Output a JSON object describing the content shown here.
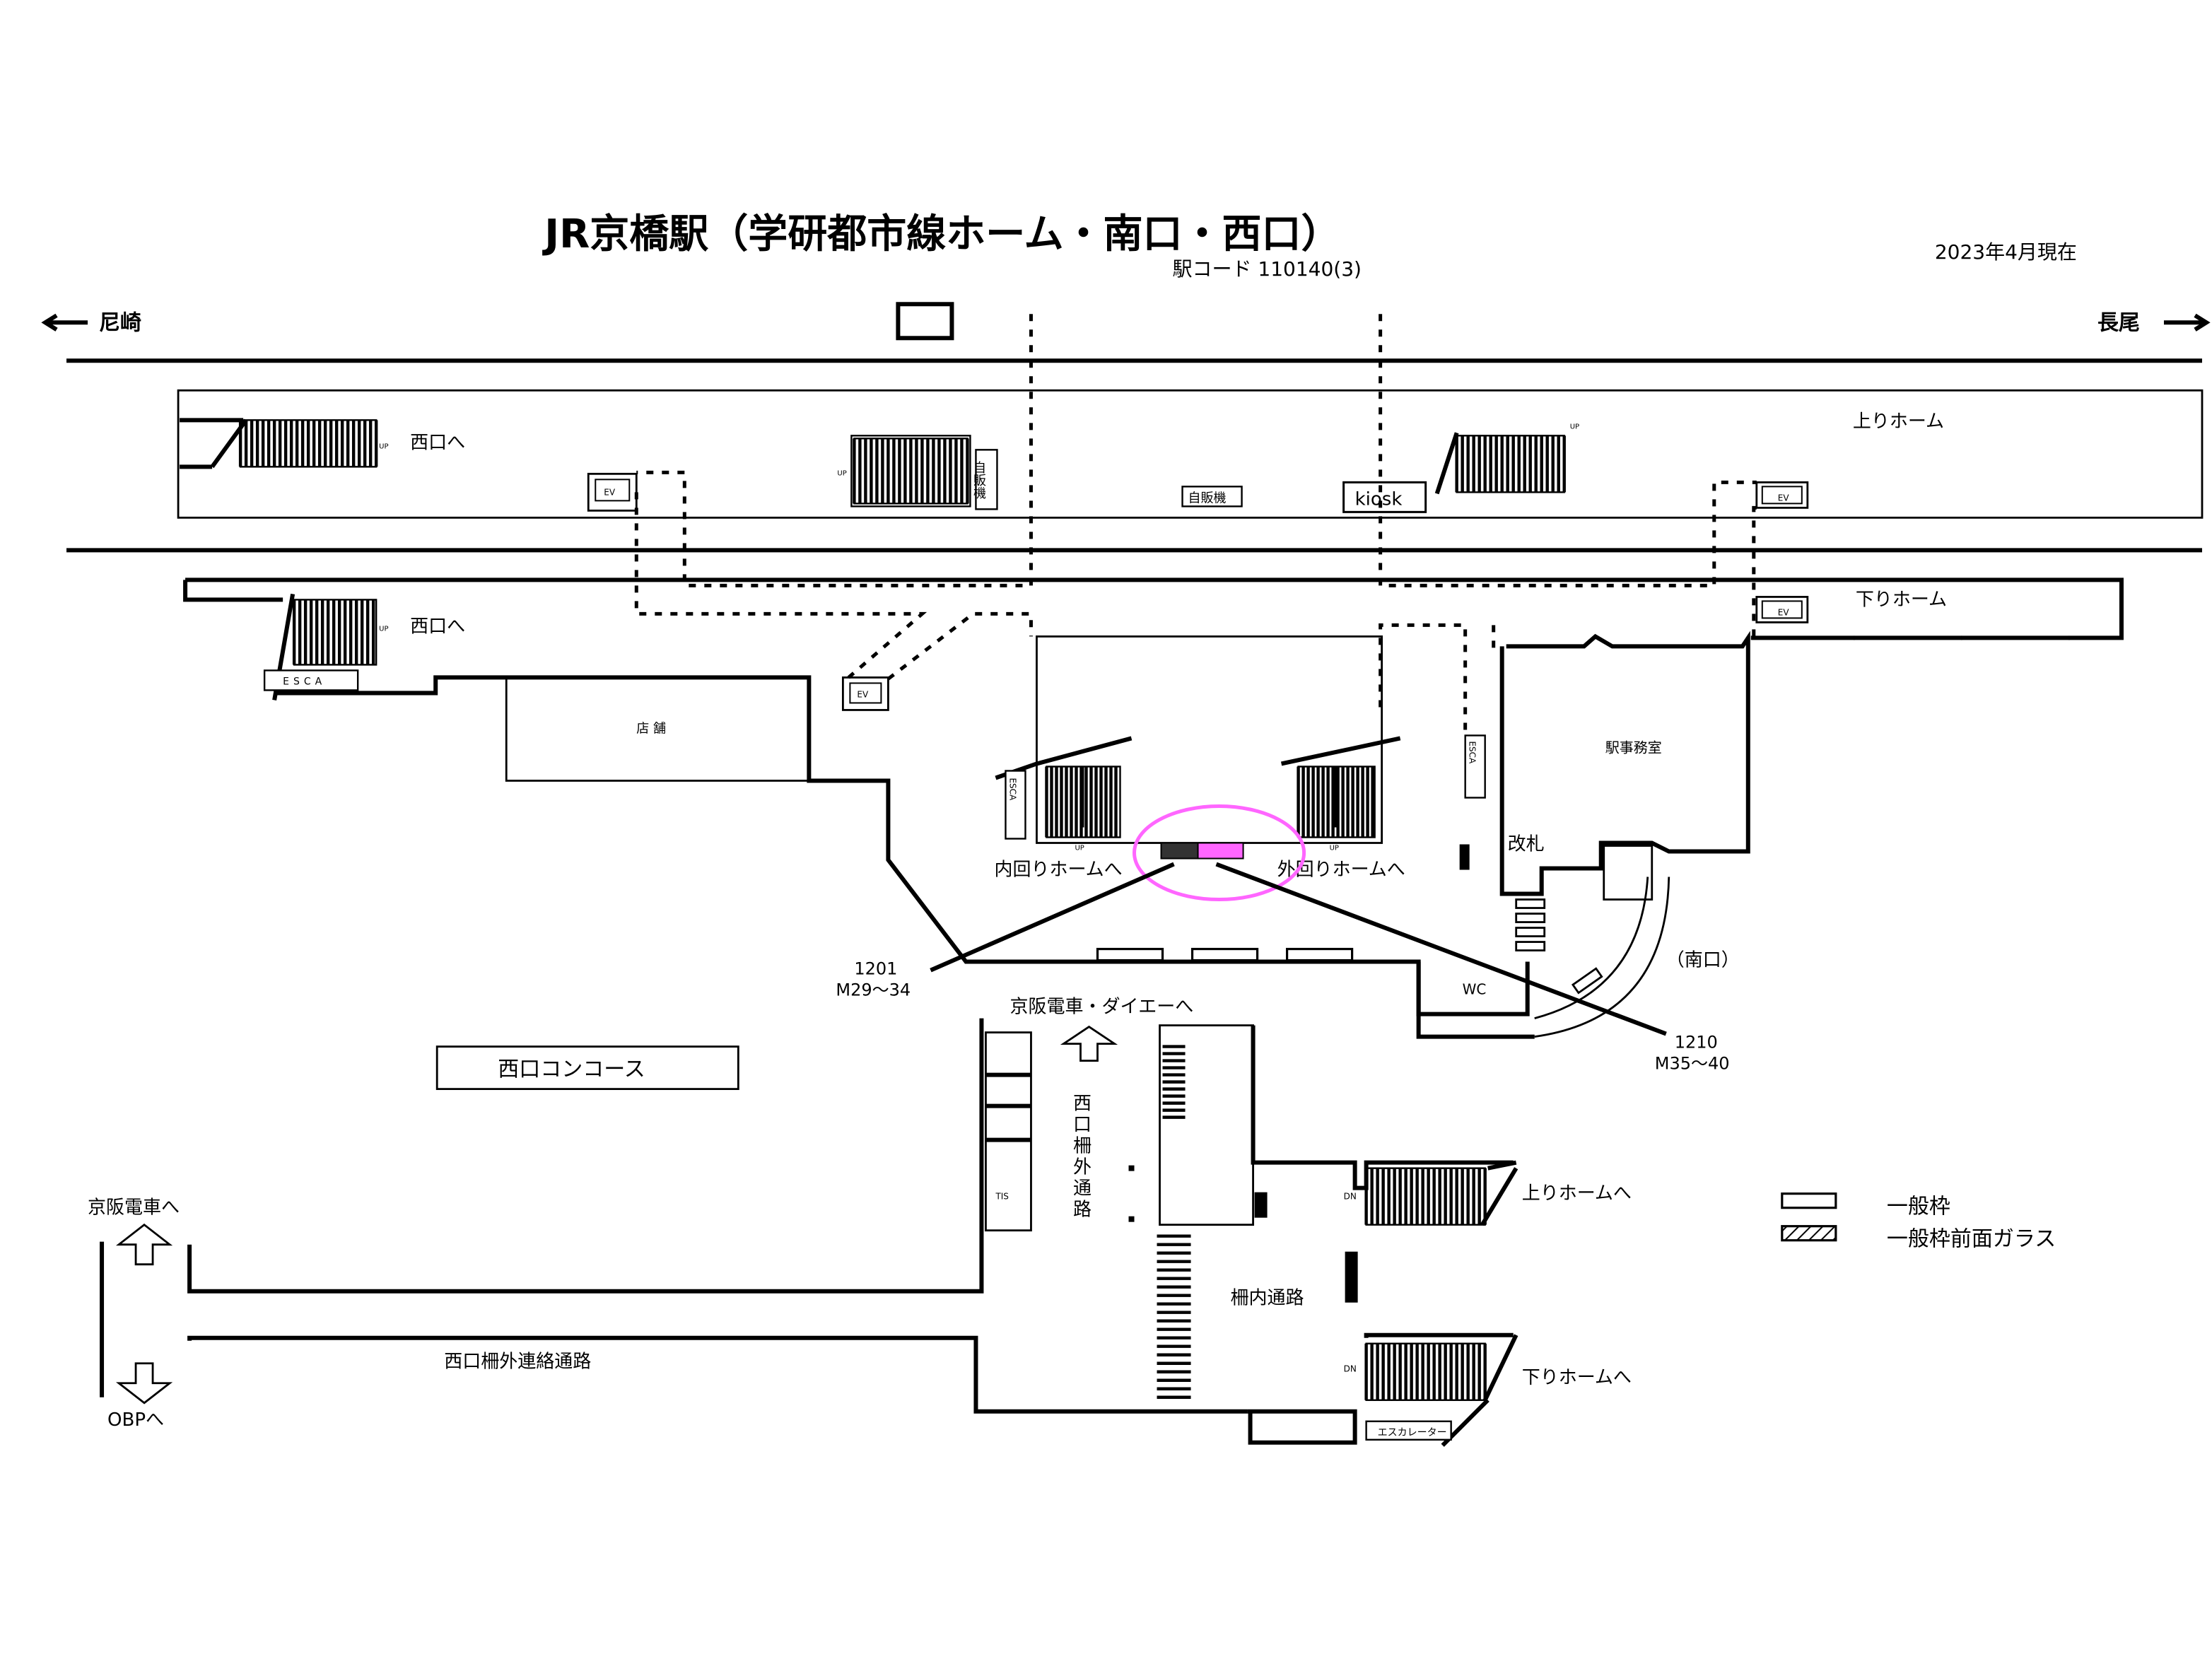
{
  "header": {
    "title": "JR京橋駅（学研都市線ホーム・南口・西口）",
    "station_code": "駅コード 110140(3)",
    "date": "2023年4月現在"
  },
  "directions": {
    "west": "尼崎",
    "east": "長尾"
  },
  "platforms": {
    "upper": "上りホーム",
    "lower": "下りホーム"
  },
  "labels": {
    "to_west_exit_1": "西口へ",
    "to_west_exit_2": "西口へ",
    "vending_vertical": "自販機",
    "vending": "自販機",
    "kiosk": "kiosk",
    "shop": "店 舗",
    "station_office": "駅事務室",
    "ticket_gate": "改札",
    "to_inner_loop": "内回りホームへ",
    "to_outer_loop": "外回りホームへ",
    "south_exit": "（南口）",
    "wc": "WC",
    "to_keihan_daiei": "京阪電車・ダイエーへ",
    "west_concourse": "西口コンコース",
    "west_outer_passage": "西口柵外通路",
    "inner_passage": "柵内通路",
    "to_upper_platform": "上りホームへ",
    "to_lower_platform": "下りホームへ",
    "to_keihan": "京阪電車へ",
    "to_obp": "OBPへ",
    "west_connecting_passage": "西口柵外連絡通路",
    "escalator": "エスカレーター",
    "esca": "ESCA",
    "ev": "EV",
    "up": "UP",
    "dn": "DN",
    "tis": "TIS"
  },
  "ad_spots": [
    {
      "id": "1201",
      "range": "M29～34"
    },
    {
      "id": "1210",
      "range": "M35～40"
    }
  ],
  "legend": [
    {
      "label": "一般枠",
      "pattern": "plain"
    },
    {
      "label": "一般枠前面ガラス",
      "pattern": "hatched"
    }
  ],
  "colors": {
    "highlight": "#ff66ff",
    "marker_dark": "#333333",
    "line": "#000000"
  }
}
